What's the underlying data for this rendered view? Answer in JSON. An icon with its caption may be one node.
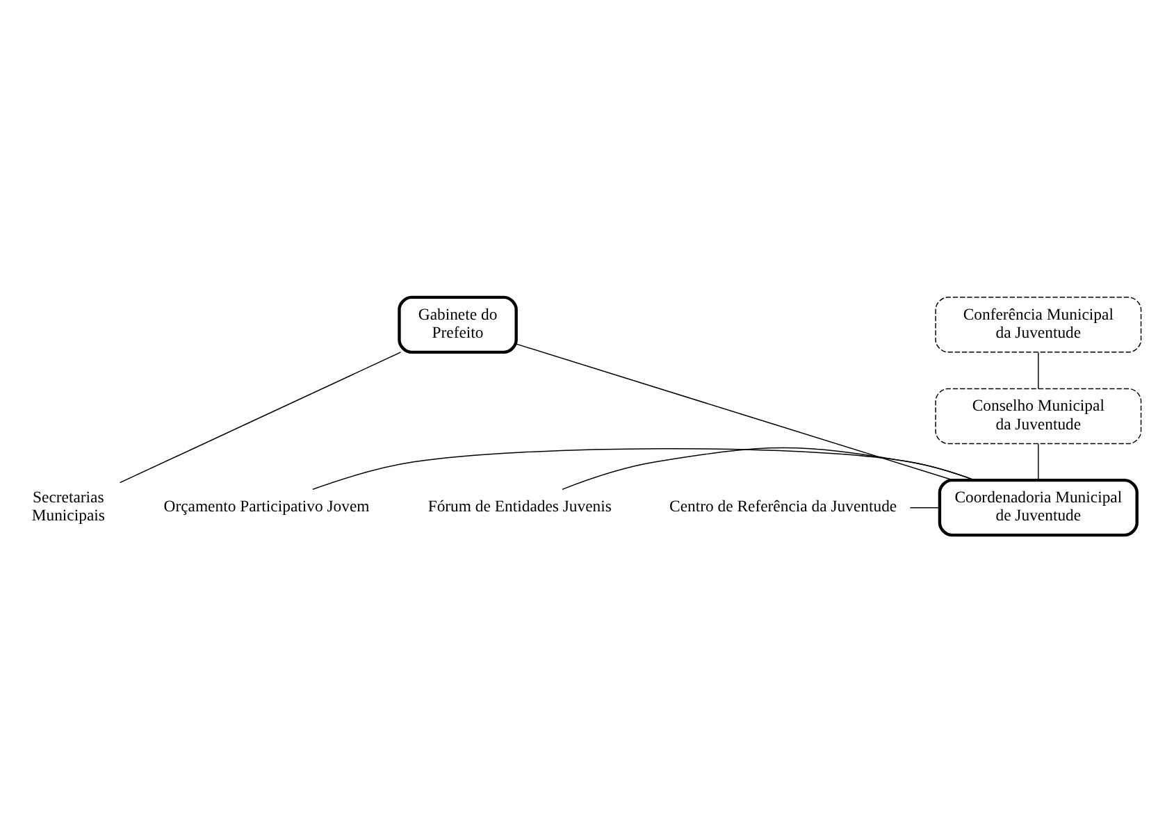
{
  "diagram": {
    "nodes": [
      {
        "text": [
          "Gabinete do Prefeito"
        ]
      },
      {
        "text": [
          "Conferência Municipal da Juventude"
        ]
      },
      {
        "text": [
          "Conselho Municipal da Juventude"
        ]
      },
      {
        "text": [
          "Orçamento Participativo Jovem"
        ]
      },
      {
        "text": [
          "Fórum de Entidades Juvenis"
        ]
      },
      {
        "text": [
          "Centro de Referência da Juventude"
        ]
      },
      {
        "text": [
          "Coordenadoria Municipal de Juventude"
        ]
      },
      {
        "text": [
          "Secretarias Municipais"
        ]
      }
    ],
    "edges": [
      {
        "from": 0,
        "to": 7,
        "arrow": "none"
      },
      {
        "from": 6,
        "to": 0,
        "arrow": "none"
      },
      {
        "from": 1,
        "to": 2,
        "arrow": "none"
      },
      {
        "from": 2,
        "to": 6,
        "arrow": "none"
      },
      {
        "from": 3,
        "to": 6,
        "arrow": "none"
      },
      {
        "from": 4,
        "to": 6,
        "arrow": "none"
      },
      {
        "from": 5,
        "to": 6,
        "arrow": "none"
      }
    ]
  }
}
